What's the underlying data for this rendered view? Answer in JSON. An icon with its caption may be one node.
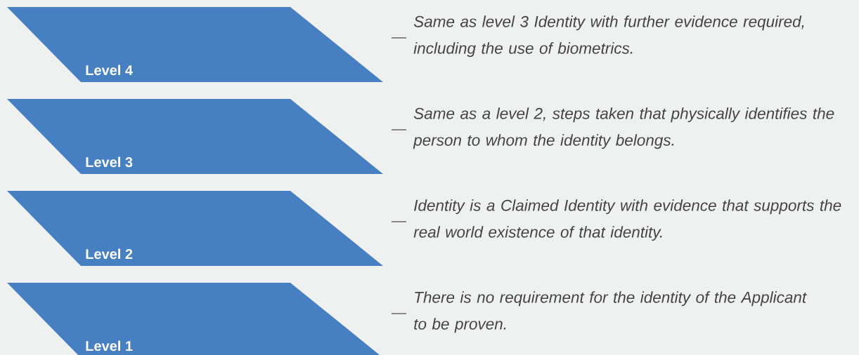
{
  "diagram": {
    "nodes": [
      {
        "text": [
          "Level 4"
        ],
        "beside": [
          "Same as level 3 Identity with further evidence required, including the use of biometrics."
        ]
      },
      {
        "text": [
          "Level 3"
        ],
        "beside": [
          "Same as a level 2, steps taken that physically identifies the person to whom the identity belongs."
        ]
      },
      {
        "text": [
          "Level 2"
        ],
        "beside": [
          "Identity is a Claimed Identity with evidence that supports the real world existence of that identity."
        ]
      },
      {
        "text": [
          "Level 1"
        ],
        "beside": [
          "There is no requirement for the identity of the Applicant to be proven."
        ]
      }
    ]
  }
}
